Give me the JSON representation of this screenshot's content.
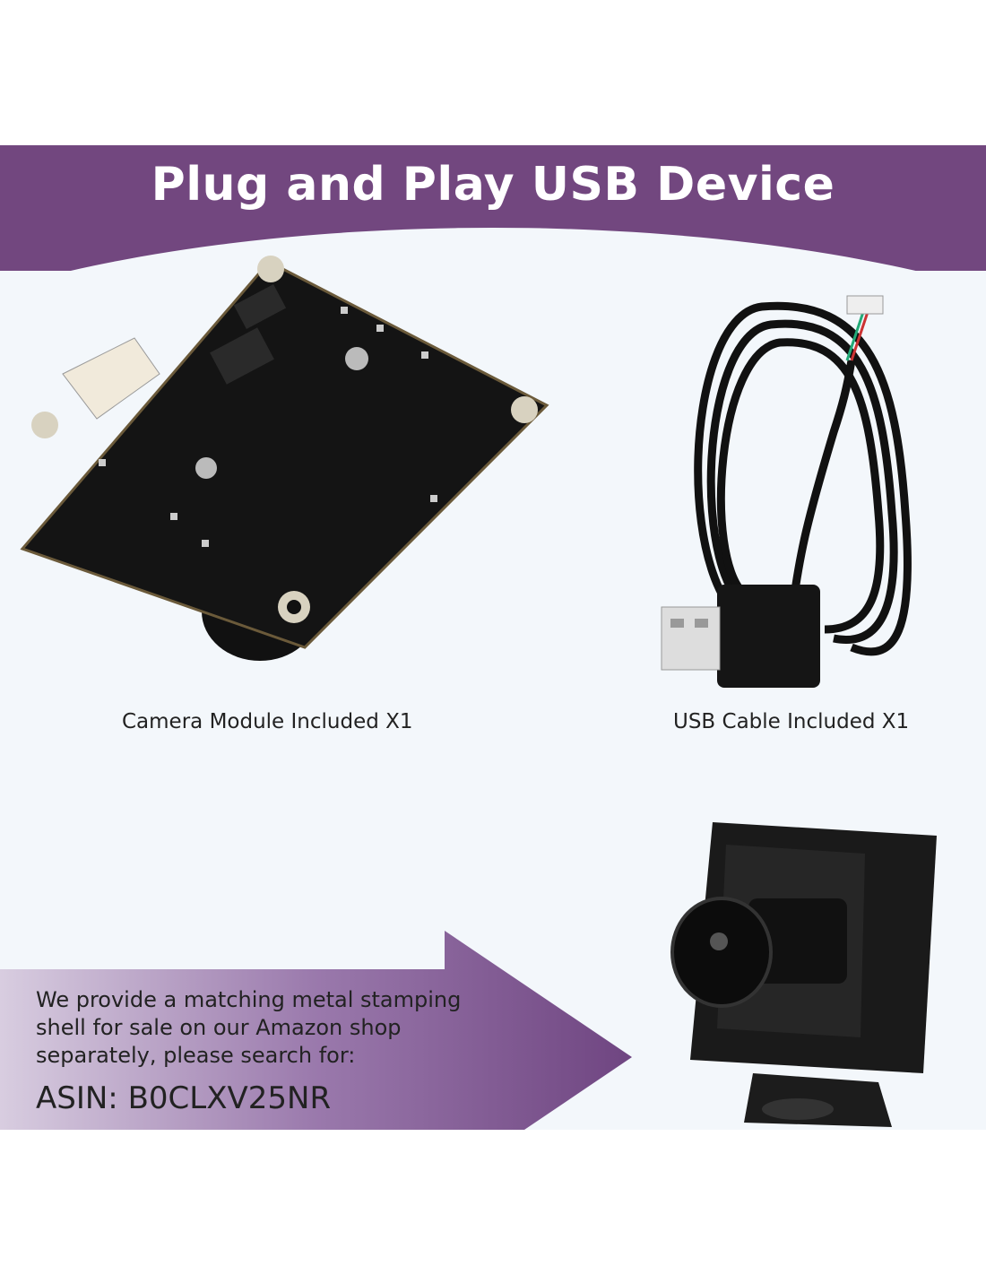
{
  "banner": {
    "title": "Plug and Play USB Device",
    "color": "#72477f"
  },
  "items": [
    {
      "caption": "Camera Module Included X1",
      "icon": "camera-module-image"
    },
    {
      "caption": "USB Cable Included X1",
      "icon": "usb-cable-image"
    }
  ],
  "shell_note": {
    "lines": [
      "We provide a matching metal stamping",
      "shell for sale on our Amazon shop",
      "separately, please search for:"
    ],
    "asin": "ASIN: B0CLXV25NR"
  }
}
